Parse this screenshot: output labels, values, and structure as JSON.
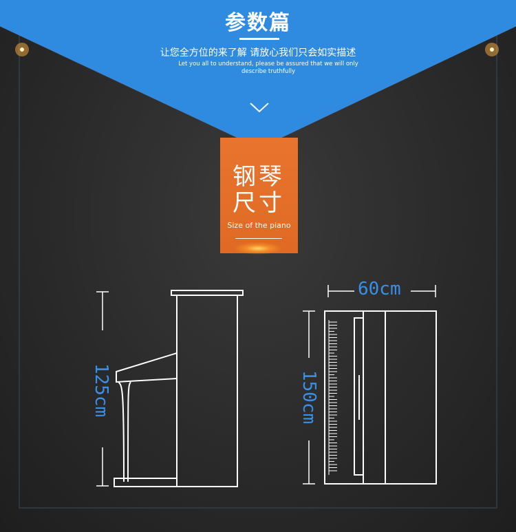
{
  "header": {
    "title": "参数篇",
    "subtitle": "让您全方位的来了解 请放心我们只会如实描述",
    "subtitle_en": "Let you all to understand, please be assured that we will only describe truthfully"
  },
  "banner": {
    "c1": "钢",
    "c2": "琴",
    "c3": "尺",
    "c4": "寸",
    "en": "Size of the piano"
  },
  "dimensions": {
    "side_height": "125cm",
    "front_height": "150cm",
    "front_width": "60cm"
  },
  "colors": {
    "blue": "#2f8be0",
    "orange": "#e8742e",
    "dim": "#3a8fe6"
  }
}
